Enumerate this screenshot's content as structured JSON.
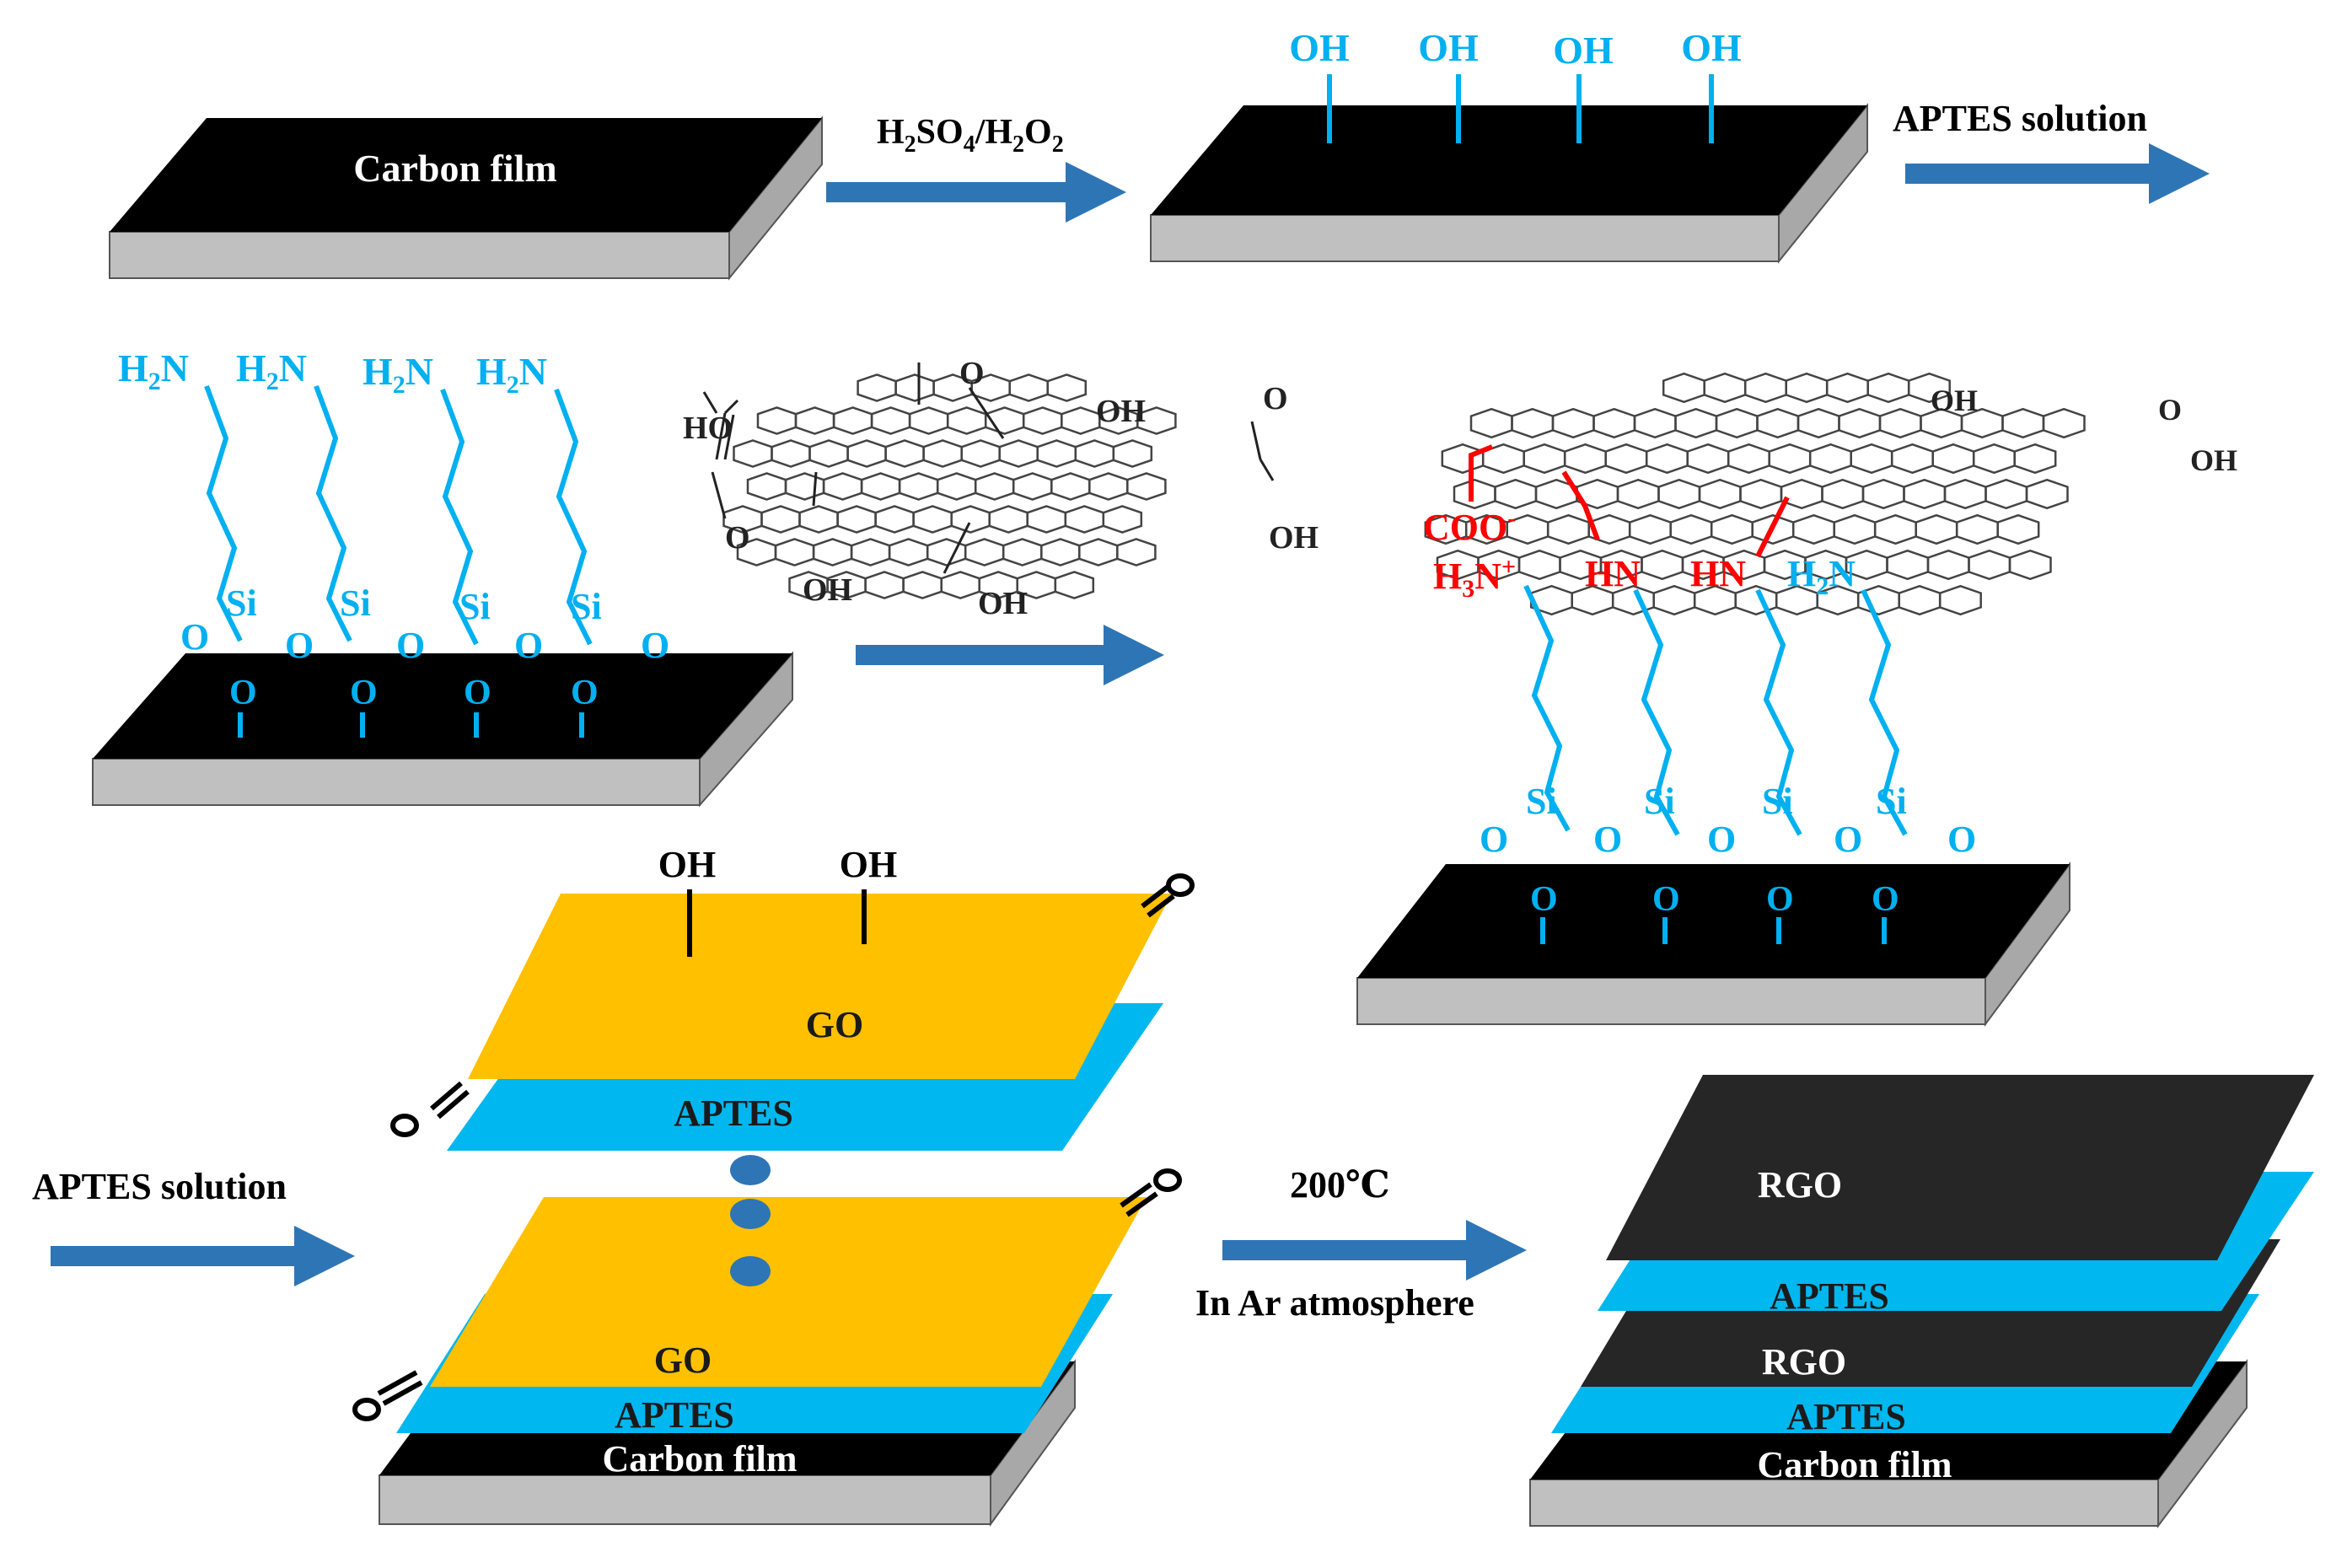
{
  "colors": {
    "film_top": "#000000",
    "film_edge": "#c0c0c0",
    "arrow": "#2e75b6",
    "blue_chem": "#00b0f0",
    "red_bond": "#ff0000",
    "go_layer": "#ffc000",
    "aptes_layer": "#00b7ef",
    "rgo_layer": "#262626",
    "dots": "#2e75b6"
  },
  "step1": {
    "film_label": "Carbon film",
    "arrow_label_parts": [
      "H",
      "2",
      "SO",
      "4",
      "/H",
      "2",
      "O",
      "2"
    ]
  },
  "step2": {
    "oh_labels": [
      "OH",
      "OH",
      "OH",
      "OH"
    ],
    "arrow_label": "APTES solution"
  },
  "step3": {
    "amine_label": [
      "H",
      "2",
      "N"
    ],
    "amine_count": 4,
    "si": "Si",
    "o": "O"
  },
  "go_molecule": {
    "labels": [
      "HO",
      "O",
      "OH",
      "O",
      "OH",
      "OH",
      "OH",
      "O"
    ]
  },
  "step4": {
    "coo": "COO",
    "coo_sup": "-",
    "h3n": [
      "H",
      "3",
      "N",
      "+"
    ],
    "hn": "HN",
    "h2n": [
      "H",
      "2",
      "N"
    ],
    "oh_right": "OH",
    "o_right": "O",
    "oh_top": "OH"
  },
  "step5": {
    "arrow_label": "APTES solution",
    "oh_labels": [
      "OH",
      "OH"
    ],
    "go": "GO",
    "aptes": "APTES",
    "film_label": "Carbon film"
  },
  "step6": {
    "arrow_label_top": "200℃",
    "arrow_label_bottom": "In Ar atmosphere",
    "rgo": "RGO",
    "aptes": "APTES",
    "film_label": "Carbon film"
  }
}
